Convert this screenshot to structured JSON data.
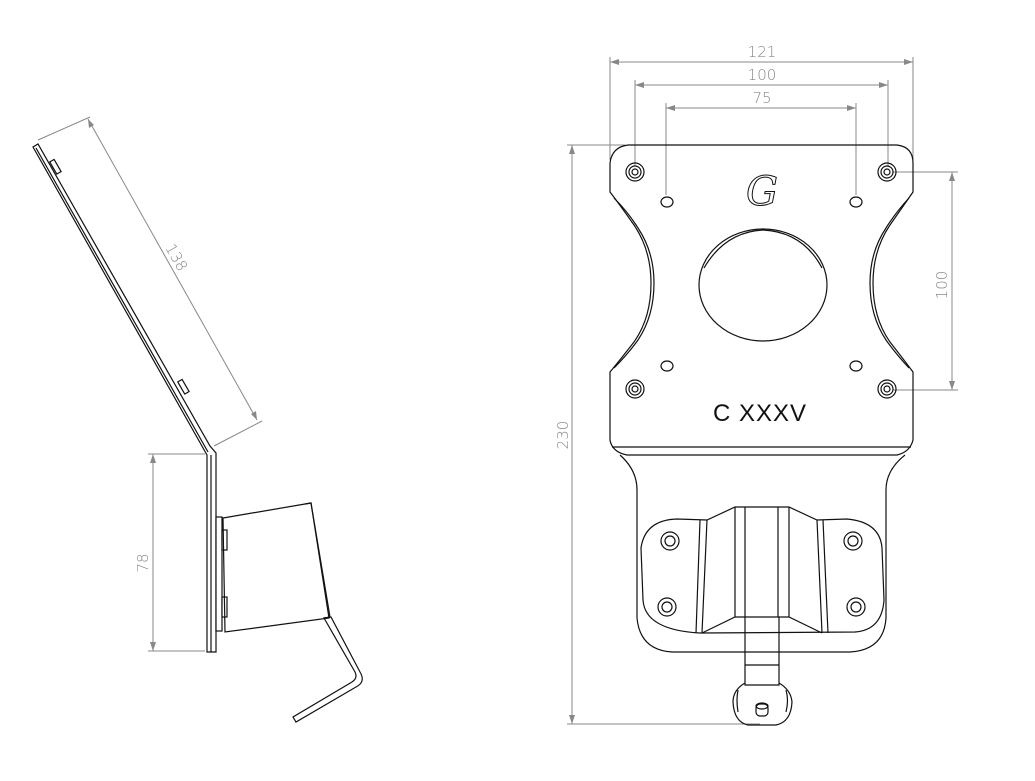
{
  "drawing": {
    "side_view": {
      "dimensions": {
        "diagonal_length": "138",
        "vertical_height": "78"
      }
    },
    "front_view": {
      "dimensions": {
        "overall_width": "121",
        "hole_spacing_outer": "100",
        "hole_spacing_inner": "75",
        "vertical_hole_spacing": "100",
        "overall_height": "230"
      },
      "engraving": "C XXXV",
      "logo_letter": "G"
    }
  }
}
